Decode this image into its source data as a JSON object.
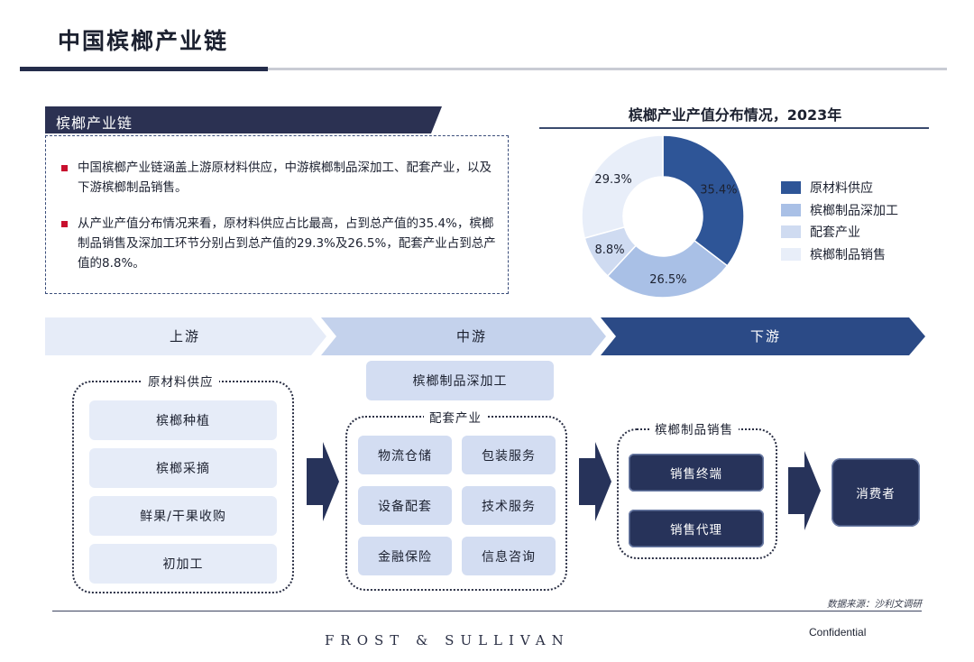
{
  "page_title": "中国槟榔产业链",
  "section_header": "槟榔产业链",
  "bullets": [
    "中国槟榔产业链涵盖上游原材料供应，中游槟榔制品深加工、配套产业，以及下游槟榔制品销售。",
    "从产业产值分布情况来看，原材料供应占比最高，占到总产值的35.4%，槟榔制品销售及深加工环节分别占到总产值的29.3%及26.5%，配套产业占到总产值的8.8%。"
  ],
  "chart_data": {
    "type": "pie",
    "subtype": "donut",
    "title": "槟榔产业产值分布情况，2023年",
    "unit": "%",
    "slices": [
      {
        "name": "原材料供应",
        "value": 35.4,
        "label": "35.4%",
        "color": "#2e5597"
      },
      {
        "name": "槟榔制品深加工",
        "value": 26.5,
        "label": "26.5%",
        "color": "#a9c0e6"
      },
      {
        "name": "配套产业",
        "value": 8.8,
        "label": "8.8%",
        "color": "#cfdbf1"
      },
      {
        "name": "槟榔制品销售",
        "value": 29.3,
        "label": "29.3%",
        "color": "#e8eef9"
      }
    ],
    "legend_position": "right"
  },
  "streams": {
    "up": "上游",
    "mid": "中游",
    "down": "下游"
  },
  "upstream": {
    "title": "原材料供应",
    "items": [
      "槟榔种植",
      "槟榔采摘",
      "鲜果/干果收购",
      "初加工"
    ]
  },
  "midstream": {
    "processing": "槟榔制品深加工",
    "support_title": "配套产业",
    "support_items": [
      "物流仓储",
      "包装服务",
      "设备配套",
      "技术服务",
      "金融保险",
      "信息咨询"
    ]
  },
  "downstream": {
    "title": "槟榔制品销售",
    "items": [
      "销售终端",
      "销售代理"
    ]
  },
  "consumer": "消费者",
  "source": "数据来源：沙利文调研",
  "footer": {
    "brand": "FROST & SULLIVAN",
    "confidential": "Confidential"
  },
  "colors": {
    "navy": "#27335a",
    "accent_red": "#c8102e",
    "stream_light": "#e6ecf8",
    "stream_mid": "#c4d2ec",
    "stream_dark": "#2b4a86"
  }
}
